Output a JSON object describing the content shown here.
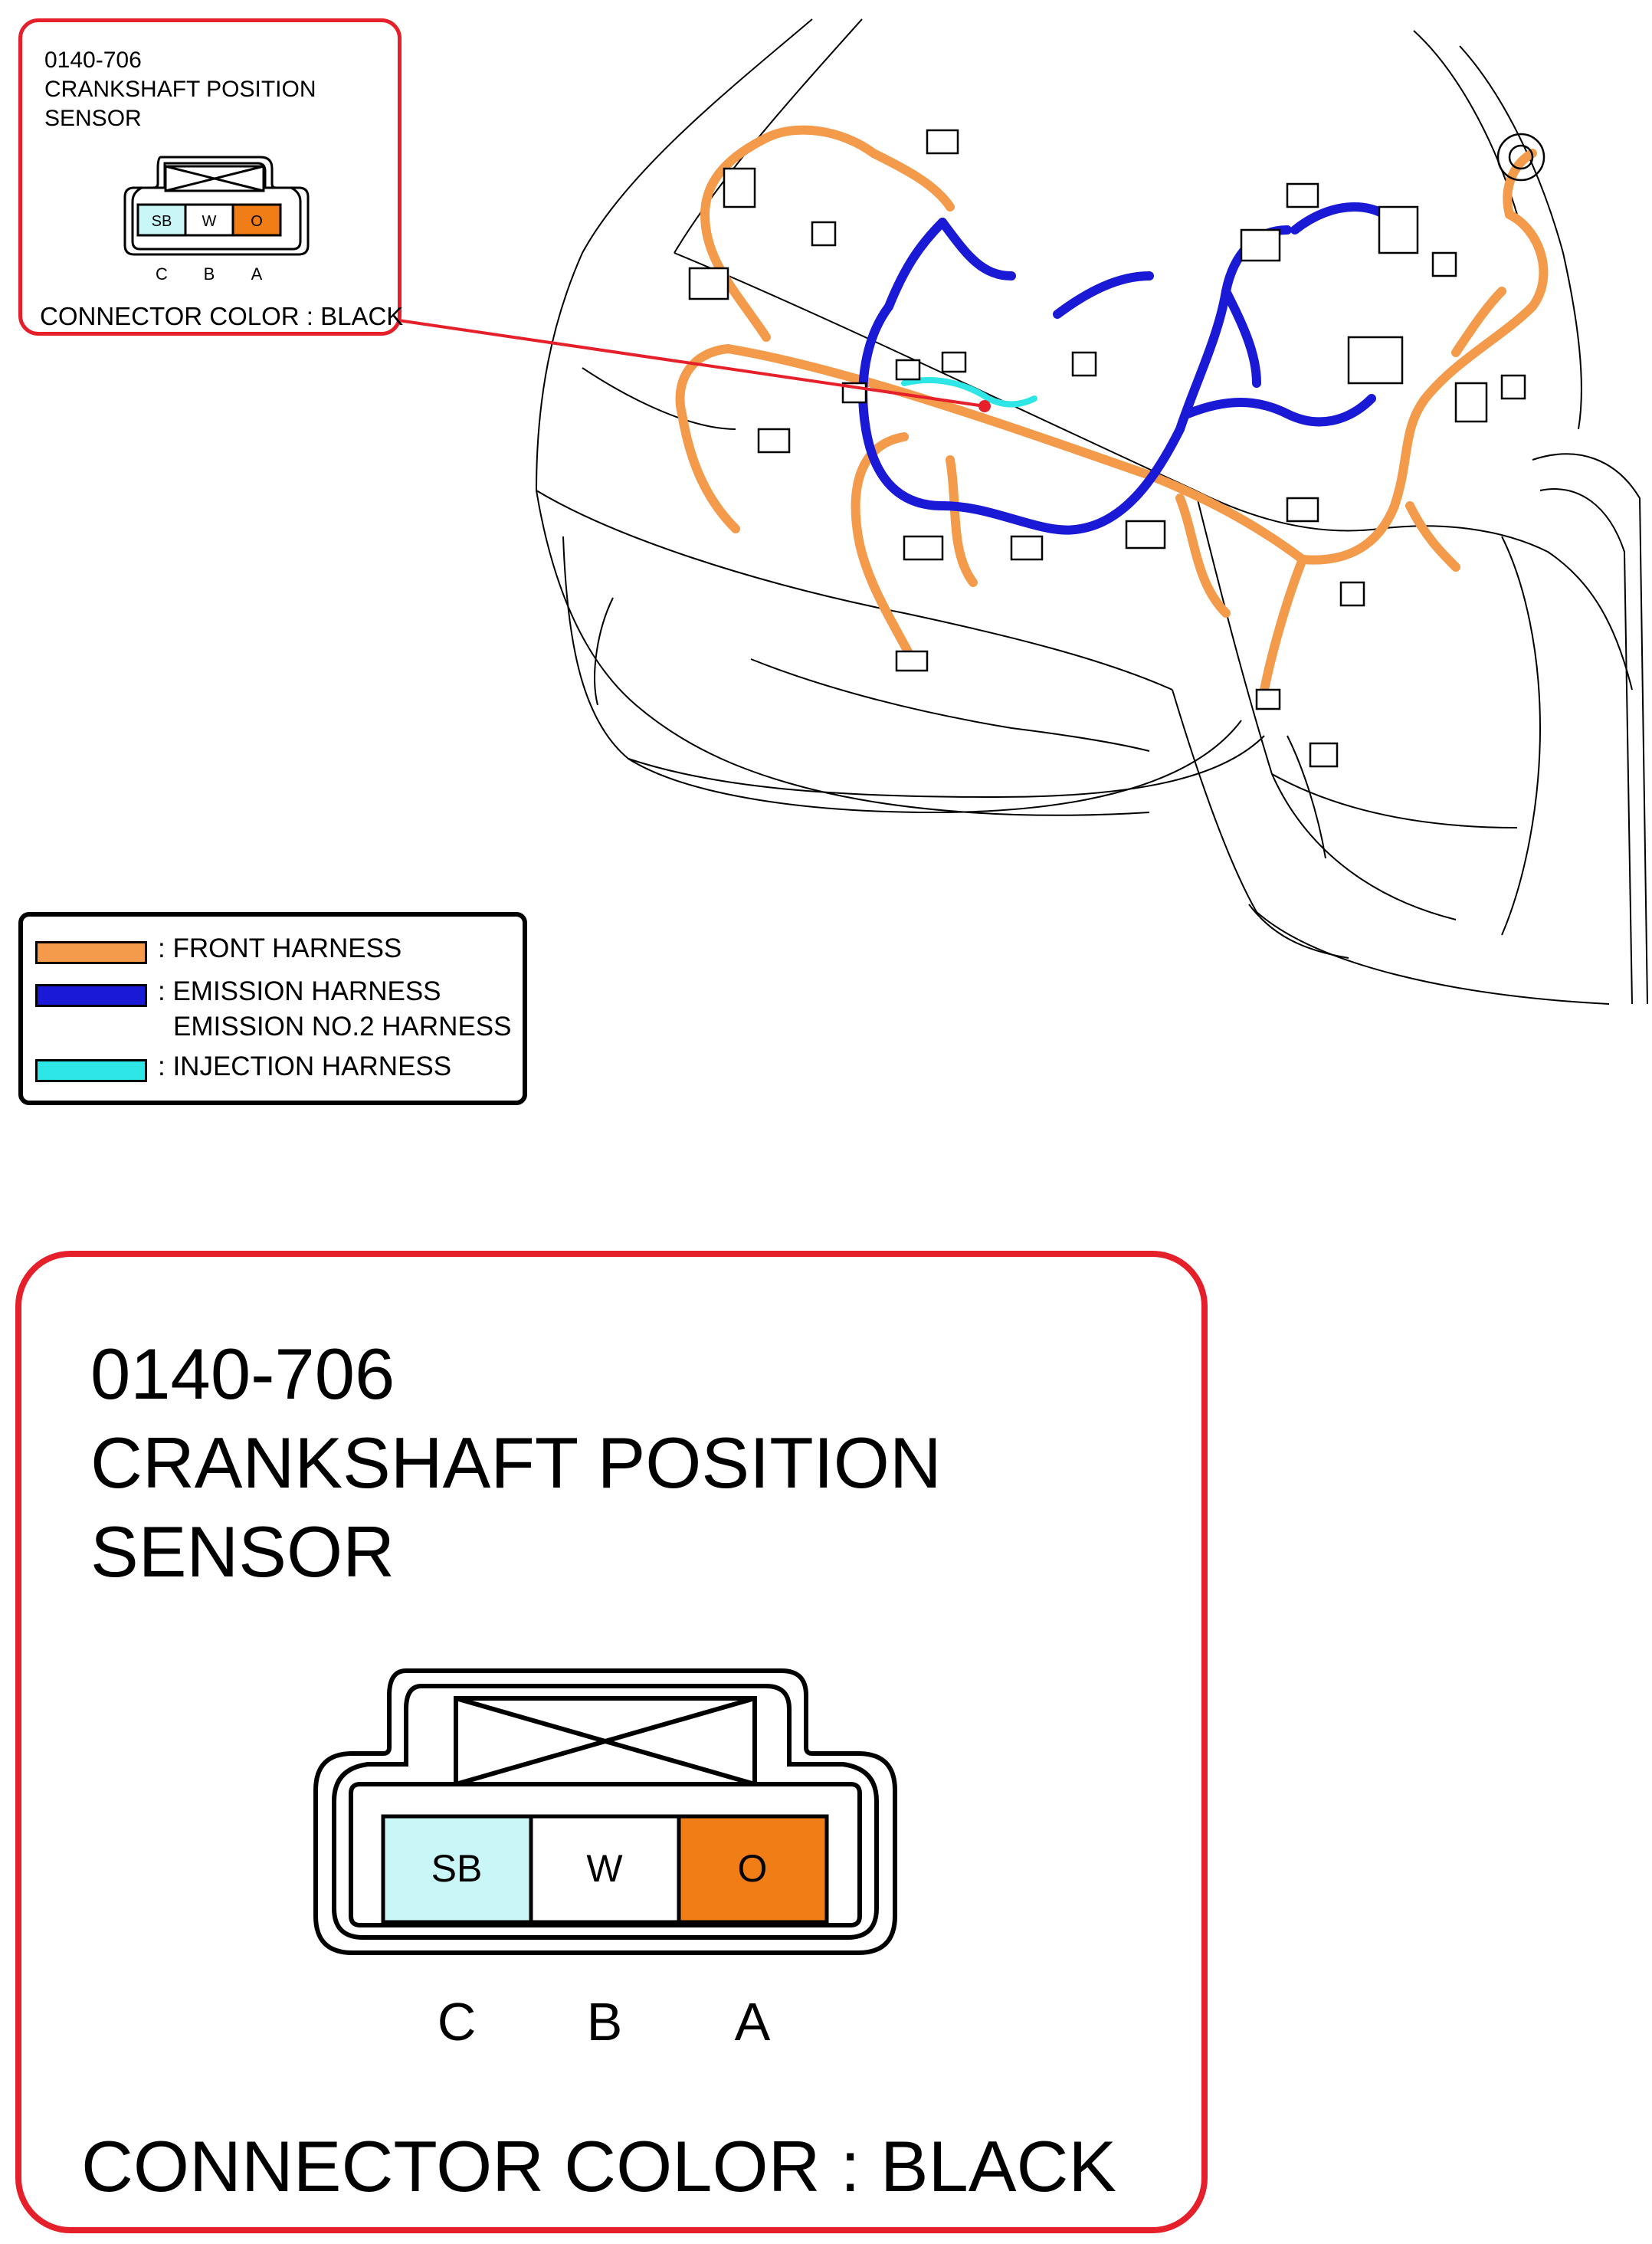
{
  "connector": {
    "code": "0140-706",
    "name_line1": "CRANKSHAFT POSITION",
    "name_line2": "SENSOR",
    "connector_color": "CONNECTOR COLOR : BLACK",
    "pins": [
      {
        "terminal": "C",
        "wire_color": "SB",
        "fill": "#c9f7f7"
      },
      {
        "terminal": "B",
        "wire_color": "W",
        "fill": "#ffffff"
      },
      {
        "terminal": "A",
        "wire_color": "O",
        "fill": "#f07d16"
      }
    ]
  },
  "legend": {
    "items": [
      {
        "label": ": FRONT HARNESS",
        "color": "#f39a4b"
      },
      {
        "label": ": EMISSION HARNESS",
        "label2": "EMISSION NO.2 HARNESS",
        "color": "#1a1ad6"
      },
      {
        "label": ": INJECTION HARNESS",
        "color": "#2ee6e6"
      }
    ]
  },
  "colors": {
    "callout_border": "#e6202a",
    "front_harness": "#f39a4b",
    "emission_harness": "#1a1ad6",
    "injection_harness": "#2ee6e6"
  }
}
